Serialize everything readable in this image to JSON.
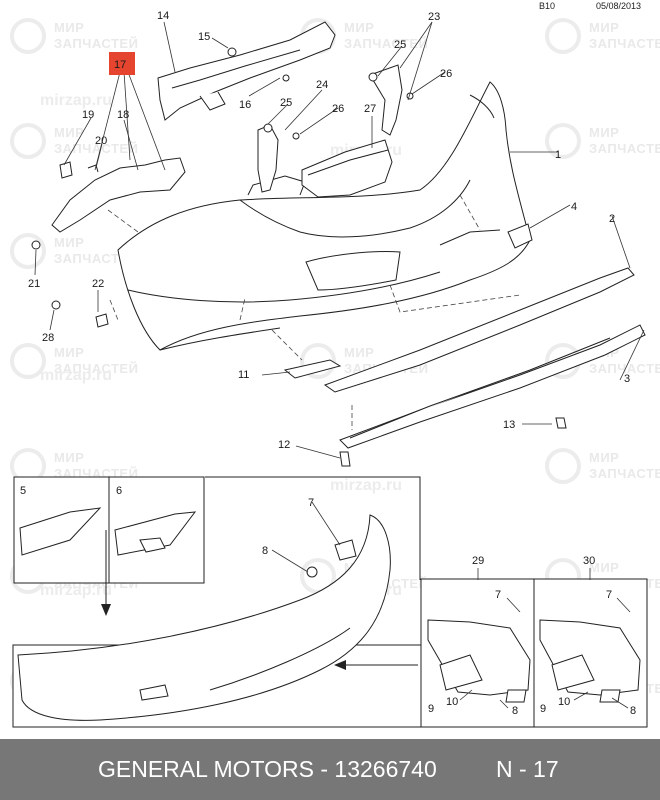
{
  "header": {
    "code": "B10",
    "date": "05/08/2013"
  },
  "highlight_color": "#e5452f",
  "callouts": [
    "1",
    "2",
    "3",
    "4",
    "5",
    "6",
    "7",
    "8",
    "9",
    "10",
    "11",
    "12",
    "13",
    "14",
    "15",
    "16",
    "17",
    "18",
    "19",
    "20",
    "21",
    "22",
    "23",
    "24",
    "25",
    "26",
    "27",
    "28",
    "29",
    "30"
  ],
  "watermark": {
    "line1": "МИР",
    "line2": "ЗАПЧАСТЕЙ",
    "url": "mirzap.ru",
    "icon": "sphere-logo-icon"
  },
  "footer": {
    "title": "GENERAL MOTORS - 13266740",
    "page": "N - 17",
    "background": "#777777"
  }
}
